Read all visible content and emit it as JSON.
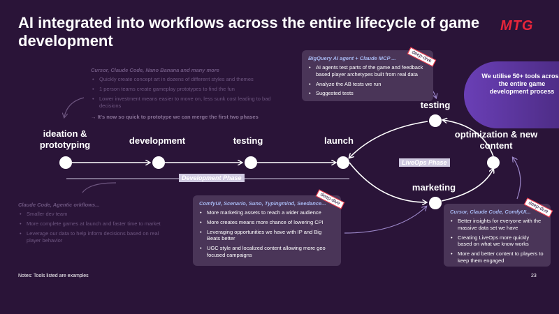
{
  "title": "AI integrated into workflows across the entire lifecycle of game development",
  "logo": "MTG",
  "stages": {
    "ideation": "ideation & prototyping",
    "development": "development",
    "testing_dev": "testing",
    "launch": "launch",
    "testing_live": "testing",
    "optimization": "optimization & new content",
    "marketing": "marketing"
  },
  "phases": {
    "development": "Development Phase",
    "liveops": "LiveOps Phase"
  },
  "ideation_tools": {
    "header": "Cursor, Claude Code, Nano Banana and many more",
    "items": [
      "Quickly create concept art in dozens of different styles and themes",
      "1 person teams create gameplay prototypes to find the fun",
      "Lower investment means easier to move on, less sunk cost leading to bad decisions"
    ],
    "arrow_item": "It's now so quick to prototype we can merge the first two phases"
  },
  "dev_tools": {
    "header": "Claude Code, Agentic orkflows...",
    "items": [
      "Smaller dev team",
      "More complete games at launch and faster time to market",
      "Leverage our data to help inform decisions based on real player behavior"
    ]
  },
  "testing_card": {
    "header": "BigQuery AI agent + Claude MCP ...",
    "items": [
      "AI agents test parts of the game and feedback based player archetypes built from real data",
      "Analyze the AB tests we run",
      "Suggested tests"
    ]
  },
  "marketing_card": {
    "header": "ComfyUI, Scenario, Suno, Typingmind, Seedance...",
    "items": [
      "More marketing assets to reach a wider audience",
      "More creates means more chance of lowering CPI",
      "Leveraging opportunities we have with IP and Big Beats better",
      "UGC style and localized content allowing more geo focused campaigns"
    ]
  },
  "optimization_card": {
    "header": "Cursor, Claude Code, ComfyUI...",
    "items": [
      "Better insights for everyone with the massive data set we have",
      "Creating LiveOps more quickly based on what we know works",
      "More and better content to players to keep them engaged"
    ]
  },
  "deep_dive_label": "deep-dive",
  "bubble_text": "We utilise 50+ tools across the entire game development process",
  "notes": "Notes: Tools listed are examples",
  "page_number": "23",
  "colors": {
    "background": "#2a1438",
    "card": "#4a3558",
    "brand_red": "#e8253a",
    "accent_blue": "#a6b7f0",
    "bubble_purple": "#6a3fb6"
  }
}
